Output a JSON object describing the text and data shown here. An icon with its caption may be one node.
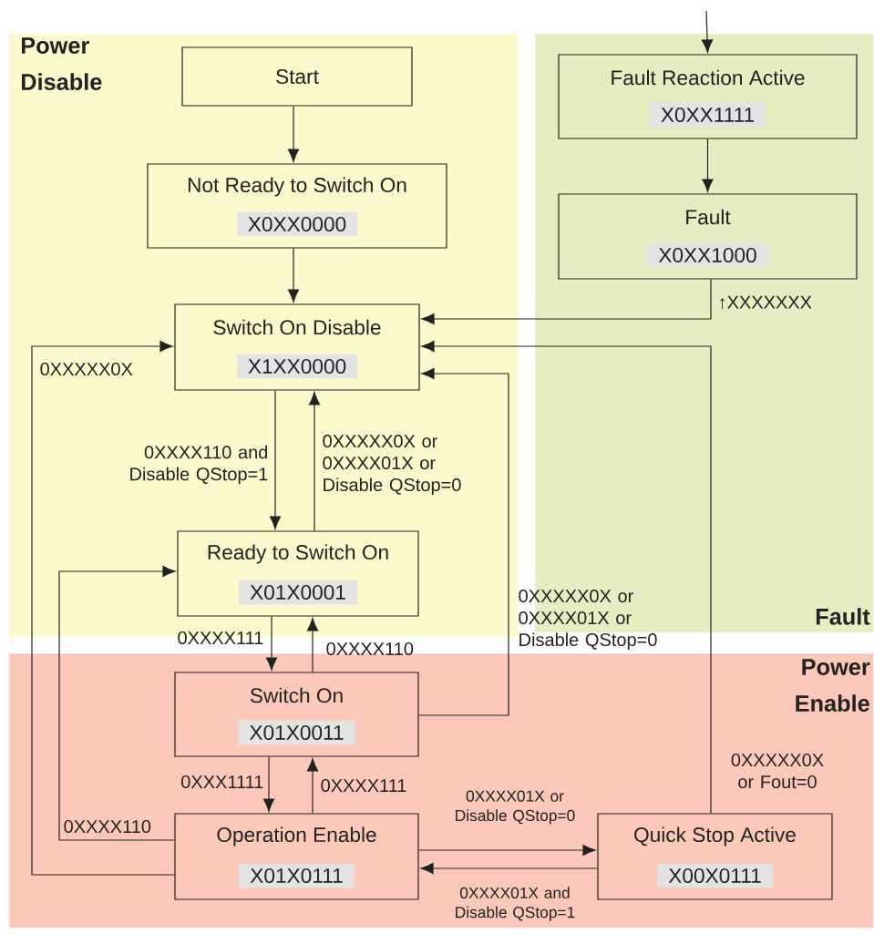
{
  "diagram": {
    "nodes": [
      {
        "text": [
          "Power Disable"
        ]
      },
      {
        "text": [
          "Fault"
        ]
      },
      {
        "text": [
          "Power Enable"
        ]
      },
      {
        "text": [
          "Start"
        ],
        "in": 0
      },
      {
        "text": [
          "Not Ready to Switch On",
          "X0XX0000"
        ],
        "in": 0
      },
      {
        "text": [
          "Switch On Disable",
          "X1XX0000"
        ],
        "in": 0
      },
      {
        "text": [
          "Ready to Switch On",
          "X01X0001"
        ],
        "in": 0
      },
      {
        "text": [
          "Fault Reaction Active",
          "X0XX1111"
        ],
        "in": 1
      },
      {
        "text": [
          "Fault",
          "X0XX1000"
        ],
        "in": 1
      },
      {
        "text": [
          "Switch On",
          "X01X0011"
        ],
        "in": 2
      },
      {
        "text": [
          "Operation Enable",
          "X01X0111"
        ],
        "in": 2
      },
      {
        "text": [
          "Quick Stop Active",
          "X00X0111"
        ],
        "in": 2
      }
    ],
    "edges": [
      {
        "from": null,
        "to": 7,
        "arrow": "to"
      },
      {
        "from": 7,
        "to": 8,
        "arrow": "to"
      },
      {
        "from": 3,
        "to": 4,
        "arrow": "to"
      },
      {
        "from": 4,
        "to": 5,
        "arrow": "to"
      },
      {
        "from": 8,
        "to": 5,
        "arrow": "to",
        "label": "↑XXXXXXX"
      },
      {
        "from": 5,
        "to": 6,
        "arrow": "to",
        "label": "0XXXX110 and Disable QStop=1"
      },
      {
        "from": 6,
        "to": 5,
        "arrow": "to",
        "label": "0XXXXX0X or 0XXXX01X or Disable QStop=0"
      },
      {
        "from": 6,
        "to": 9,
        "arrow": "to",
        "label": "0XXXX111"
      },
      {
        "from": 9,
        "to": 6,
        "arrow": "to",
        "label": "0XXXX110"
      },
      {
        "from": 9,
        "to": 5,
        "arrow": "to",
        "label": "0XXXXX0X or 0XXXX01X or Disable QStop=0"
      },
      {
        "from": 9,
        "to": 10,
        "arrow": "to",
        "label": "0XXX1111"
      },
      {
        "from": 10,
        "to": 9,
        "arrow": "to",
        "label": "0XXXX111"
      },
      {
        "from": 10,
        "to": 6,
        "arrow": "to",
        "label": "0XXXX110"
      },
      {
        "from": 10,
        "to": 5,
        "arrow": "to",
        "label": "0XXXXX0X"
      },
      {
        "from": 10,
        "to": 11,
        "arrow": "to",
        "label": "0XXXX01X or Disable QStop=0"
      },
      {
        "from": 11,
        "to": 10,
        "arrow": "to",
        "label": "0XXXX01X and Disable QStop=1"
      },
      {
        "from": 11,
        "to": 5,
        "arrow": "to",
        "label": "0XXXXX0X or Fout=0"
      }
    ]
  }
}
